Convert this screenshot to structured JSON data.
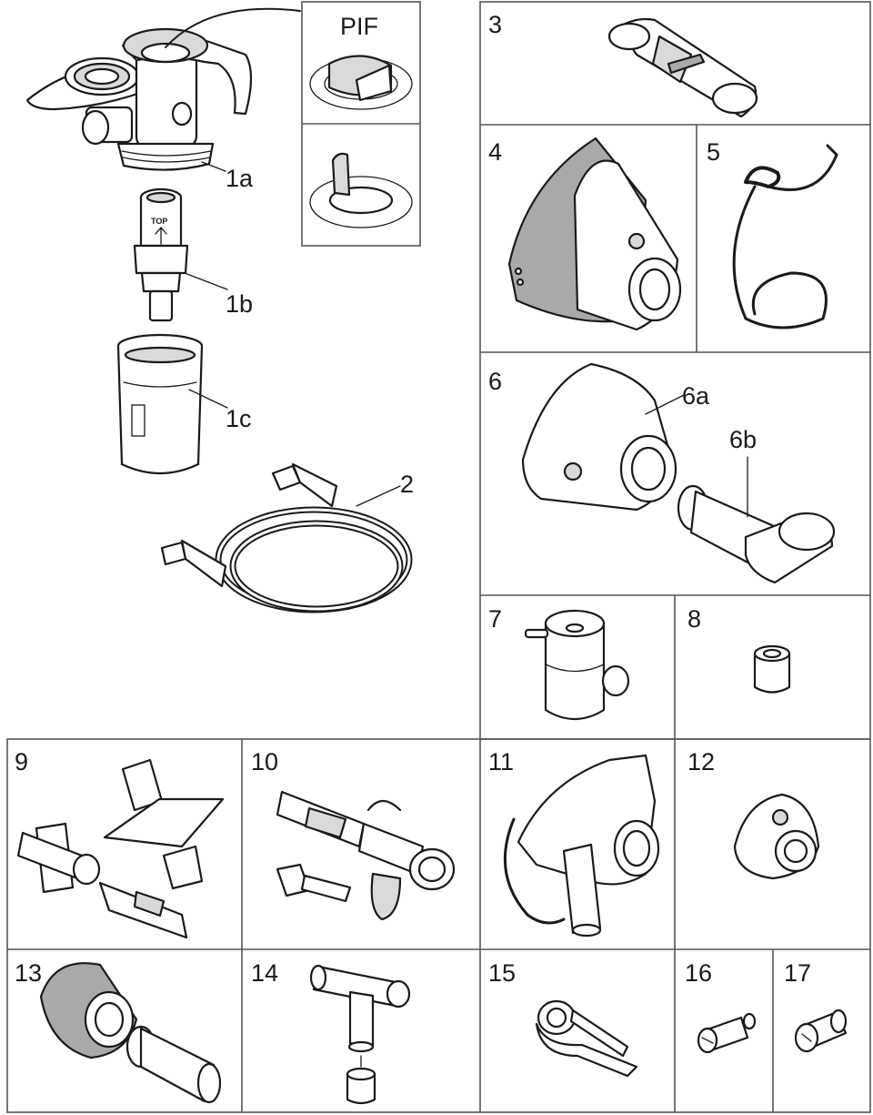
{
  "labels": {
    "pif": "PIF",
    "p1a": "1a",
    "p1b": "1b",
    "p1c": "1c",
    "p2": "2",
    "p3": "3",
    "p4": "4",
    "p5": "5",
    "p6": "6",
    "p6a": "6a",
    "p6b": "6b",
    "p7": "7",
    "p8": "8",
    "p9": "9",
    "p10": "10",
    "p11": "11",
    "p12": "12",
    "p13": "13",
    "p14": "14",
    "p15": "15",
    "p16": "16",
    "p17": "17"
  },
  "markings": {
    "top": "TOP"
  },
  "colors": {
    "outline": "#1a1a1a",
    "shade": "#d9d9d9",
    "dark_shade": "#a9a9a9",
    "frame": "#555555"
  }
}
